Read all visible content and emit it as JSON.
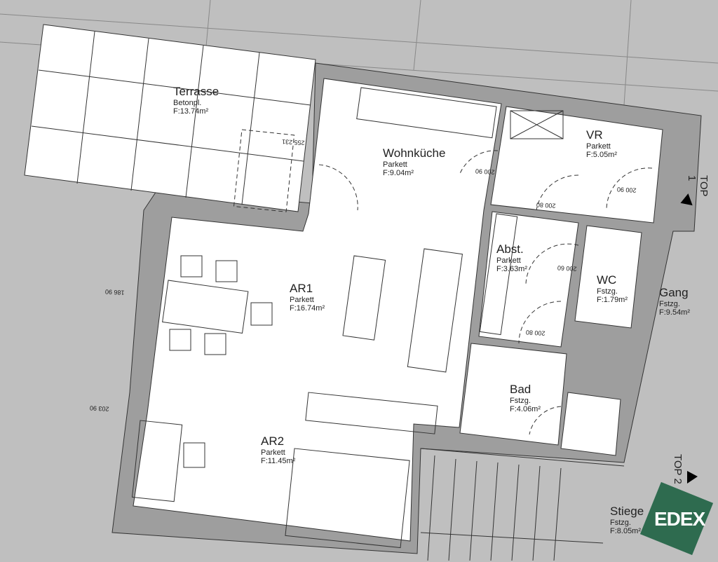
{
  "rooms": [
    {
      "name": "Terrasse",
      "floor": "Betonpl.",
      "area": "F:13.74m²"
    },
    {
      "name": "Wohnküche",
      "floor": "Parkett",
      "area": "F:9.04m²"
    },
    {
      "name": "VR",
      "floor": "Parkett",
      "area": "F:5.05m²"
    },
    {
      "name": "Abst.",
      "floor": "Parkett",
      "area": "F:3.63m²"
    },
    {
      "name": "WC",
      "floor": "Fstzg.",
      "area": "F:1.79m²"
    },
    {
      "name": "Gang",
      "floor": "Fstzg.",
      "area": "F:9.54m²"
    },
    {
      "name": "AR1",
      "floor": "Parkett",
      "area": "F:16.74m²"
    },
    {
      "name": "Bad",
      "floor": "Fstzg.",
      "area": "F:4.06m²"
    },
    {
      "name": "AR2",
      "floor": "Parkett",
      "area": "F:11.45m²"
    },
    {
      "name": "Stiege",
      "floor": "Fstzg.",
      "area": "F:8.05m²"
    }
  ],
  "dimensions": [
    "255 231",
    "200 90",
    "200 90",
    "200 60",
    "200 80",
    "200 80",
    "186 90",
    "203 90"
  ],
  "markers": [
    "TOP 1",
    "TOP 2"
  ],
  "logo": {
    "text": "EDEX",
    "color": "#2e6b4f"
  }
}
